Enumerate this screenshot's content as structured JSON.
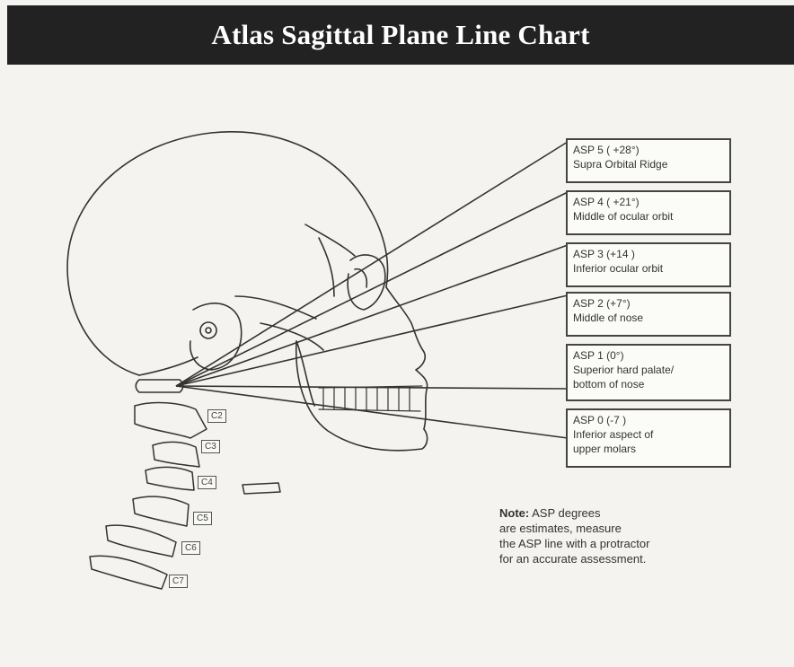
{
  "title": "Atlas Sagittal Plane Line Chart",
  "asp_lines": [
    {
      "code": "ASP 5 ( +28°)",
      "desc": "Supra Orbital Ridge",
      "desc2": ""
    },
    {
      "code": "ASP 4 ( +21°)",
      "desc": "Middle of ocular orbit",
      "desc2": ""
    },
    {
      "code": "ASP 3 (+14 )",
      "desc": "Inferior ocular orbit",
      "desc2": ""
    },
    {
      "code": "ASP 2 (+7°)",
      "desc": "Middle of nose",
      "desc2": ""
    },
    {
      "code": "ASP 1 (0°)",
      "desc": "Superior hard palate/",
      "desc2": "bottom of nose"
    },
    {
      "code": "ASP 0 (-7 )",
      "desc": "Inferior aspect of",
      "desc2": "upper molars"
    }
  ],
  "vertebrae": [
    "C2",
    "C3",
    "C4",
    "C5",
    "C6",
    "C7"
  ],
  "note": {
    "lead": "Note:",
    "line1": "ASP degrees",
    "line2": "are estimates, measure",
    "line3": "the ASP line with a protractor",
    "line4": "for an accurate assessment."
  }
}
